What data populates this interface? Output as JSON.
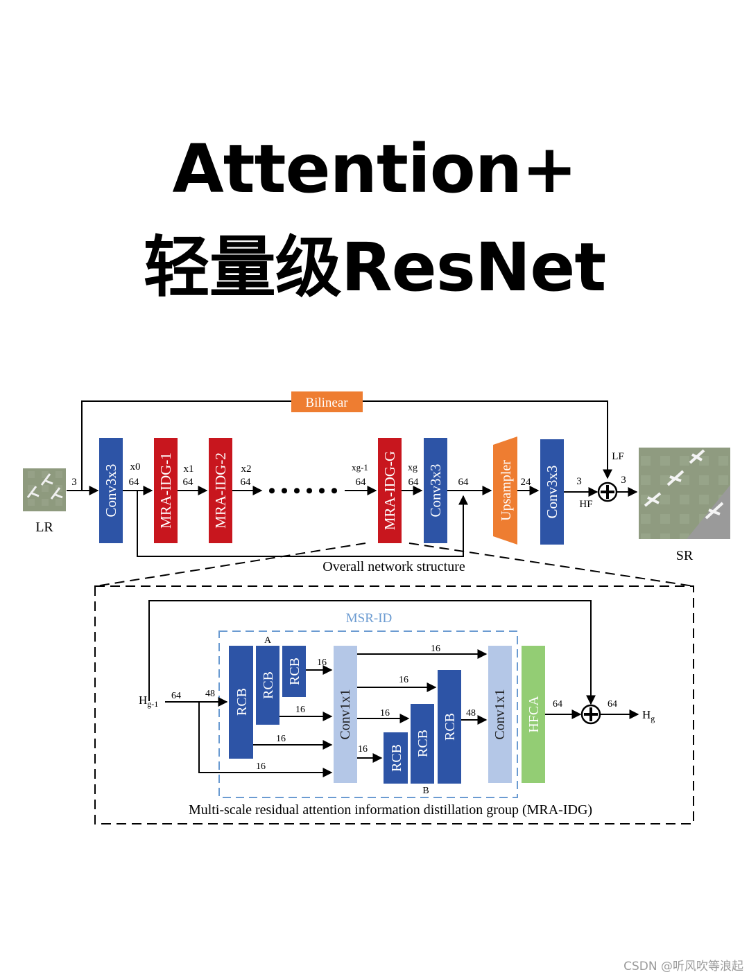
{
  "title": {
    "line1": "Attention+",
    "line2": "轻量级ResNet"
  },
  "overall": {
    "bilinear": "Bilinear",
    "lr": "LR",
    "sr": "SR",
    "caption": "Overall network structure",
    "conv_in": "Conv3x3",
    "mra1": "MRA-IDG-1",
    "mra2": "MRA-IDG-2",
    "mraG": "MRA-IDG-G",
    "conv_mid": "Conv3x3",
    "upsampler": "Upsampler",
    "conv_out": "Conv3x3",
    "dots": "• • • • • •",
    "lab_3a": "3",
    "lab_x0": "x0",
    "lab_64a": "64",
    "lab_x1": "x1",
    "lab_64b": "64",
    "lab_x2": "x2",
    "lab_64c": "64",
    "lab_xg1": "xg-1",
    "lab_64d": "64",
    "lab_xg": "xg",
    "lab_64e": "64",
    "lab_64f": "64",
    "lab_24": "24",
    "lab_3b": "3",
    "lab_hf": "HF",
    "lab_lf": "LF",
    "lab_3c": "3"
  },
  "detail": {
    "msr": "MSR-ID",
    "rcb": "RCB",
    "conv1": "Conv1x1",
    "hfca": "HFCA",
    "hin": "H",
    "hin_sub": "g-1",
    "hout": "H",
    "hout_sub": "g",
    "caption": "Multi-scale residual attention information distillation group (MRA-IDG)",
    "lab_A": "A",
    "lab_B": "B",
    "n64a": "64",
    "n48a": "48",
    "n16": "16",
    "n48b": "48",
    "n64b": "64",
    "n64c": "64"
  },
  "colors": {
    "blue": "#2d54a6",
    "red": "#c8161e",
    "orange": "#ee7d31",
    "lightblue": "#b4c7e7",
    "green": "#93cd74",
    "msr": "#6b9bd1"
  },
  "watermark": "CSDN @听风吹等浪起"
}
